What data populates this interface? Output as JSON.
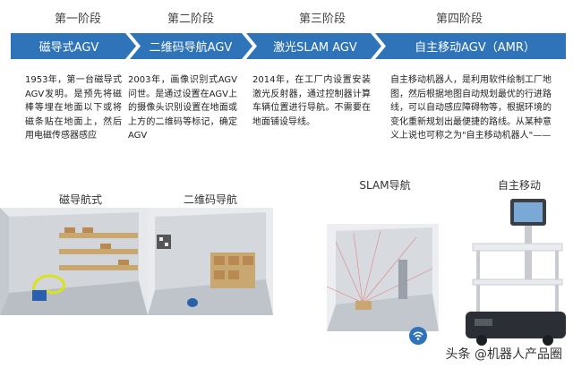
{
  "stages": [
    {
      "label": "第一阶段",
      "title": "磁导式AGV",
      "description": "1953年，第一台磁导式AGV发明。是预先将磁棒等埋在地面以下或将磁条贴在地面上，然后用电磁传感器感应"
    },
    {
      "label": "第二阶段",
      "title": "二维码导航AGV",
      "description": "2003年，画像识别式AGV问世。是通过设置在AGV上的摄像头识别设置在地面或上方的二维码等标记，确定AGV"
    },
    {
      "label": "第三阶段",
      "title": "激光SLAM AGV",
      "description": "2014年，在工厂内设置安装激光反射器，通过控制器计算车辆位置进行导航。不需要在地面铺设导线。"
    },
    {
      "label": "第四阶段",
      "title": "自主移动AGV（AMR）",
      "description": "自主移动机器人，是利用软件绘制工厂地图，然后根据地图自动规划最优的行进路线，可以自动感应障碍物等，根据环境的变化重新规划出最便捷的路线。从某种意义上说也可称之为\"自主移动机器人\"——"
    }
  ],
  "scenes": [
    {
      "label": "磁导航式"
    },
    {
      "label": "二维码导航"
    },
    {
      "label": "SLAM导航"
    },
    {
      "label": "自主移动"
    }
  ],
  "colors": {
    "arrow": "#2f74b8",
    "arrow_dark": "#1f5d9c",
    "shelf": "#c9a770",
    "box": "#b88a52",
    "agv": "#2a5fae",
    "robot": "#e9ecef"
  },
  "watermark": {
    "text": "头条 @机器人产品圈"
  }
}
